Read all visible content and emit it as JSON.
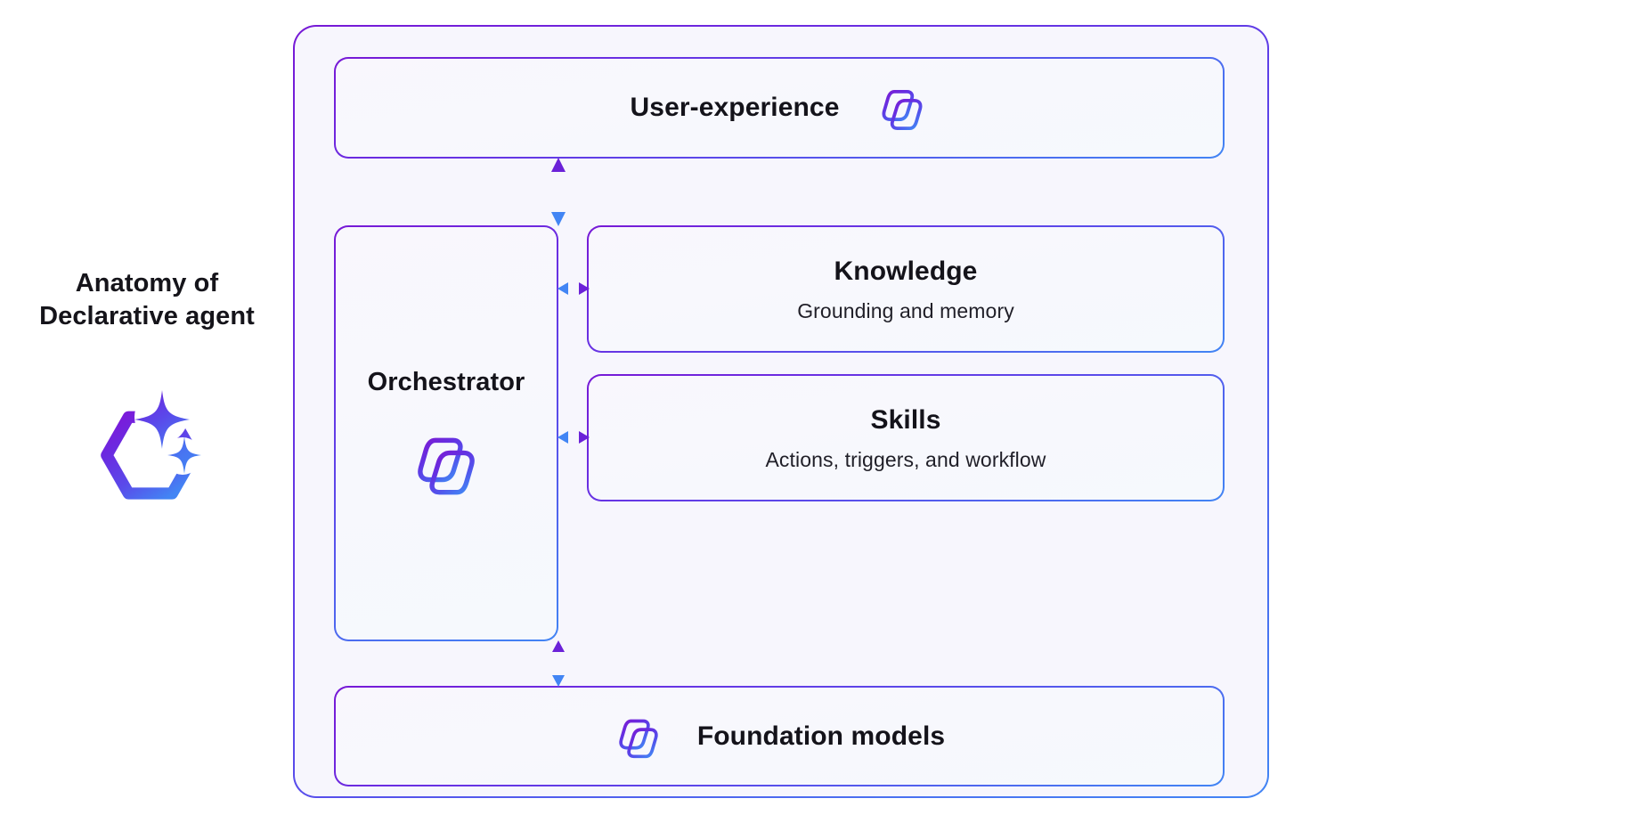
{
  "caption": {
    "line1": "Anatomy of",
    "line2": "Declarative agent",
    "icon": "hexagon-sparkle-icon"
  },
  "diagram": {
    "title": "Anatomy of Declarative agent",
    "cards": {
      "user_experience": {
        "title": "User-experience",
        "subtitle": "",
        "icon": "copilot-icon",
        "icon_position": "right"
      },
      "orchestrator": {
        "title": "Orchestrator",
        "subtitle": "",
        "icon": "copilot-icon",
        "icon_position": "below"
      },
      "knowledge": {
        "title": "Knowledge",
        "subtitle": "Grounding and memory",
        "icon": "",
        "icon_position": "none"
      },
      "skills": {
        "title": "Skills",
        "subtitle": "Actions, triggers, and workflow",
        "icon": "",
        "icon_position": "none"
      },
      "foundation_models": {
        "title": "Foundation models",
        "subtitle": "",
        "icon": "copilot-icon",
        "icon_position": "left"
      }
    },
    "connectors": [
      {
        "name": "user-experience-to-orchestrator",
        "direction": "vertical",
        "bidirectional": true
      },
      {
        "name": "orchestrator-to-knowledge",
        "direction": "horizontal",
        "bidirectional": true
      },
      {
        "name": "orchestrator-to-skills",
        "direction": "horizontal",
        "bidirectional": true
      },
      {
        "name": "orchestrator-to-foundation-models",
        "direction": "vertical",
        "bidirectional": true
      }
    ]
  },
  "colors": {
    "gradient_start": "#7719d6",
    "gradient_mid": "#5b46ea",
    "gradient_end": "#4285f4",
    "panel_background": "#f7f6fd",
    "page_background": "#ffffff",
    "text_primary": "#14131a",
    "text_secondary": "#201f28"
  }
}
